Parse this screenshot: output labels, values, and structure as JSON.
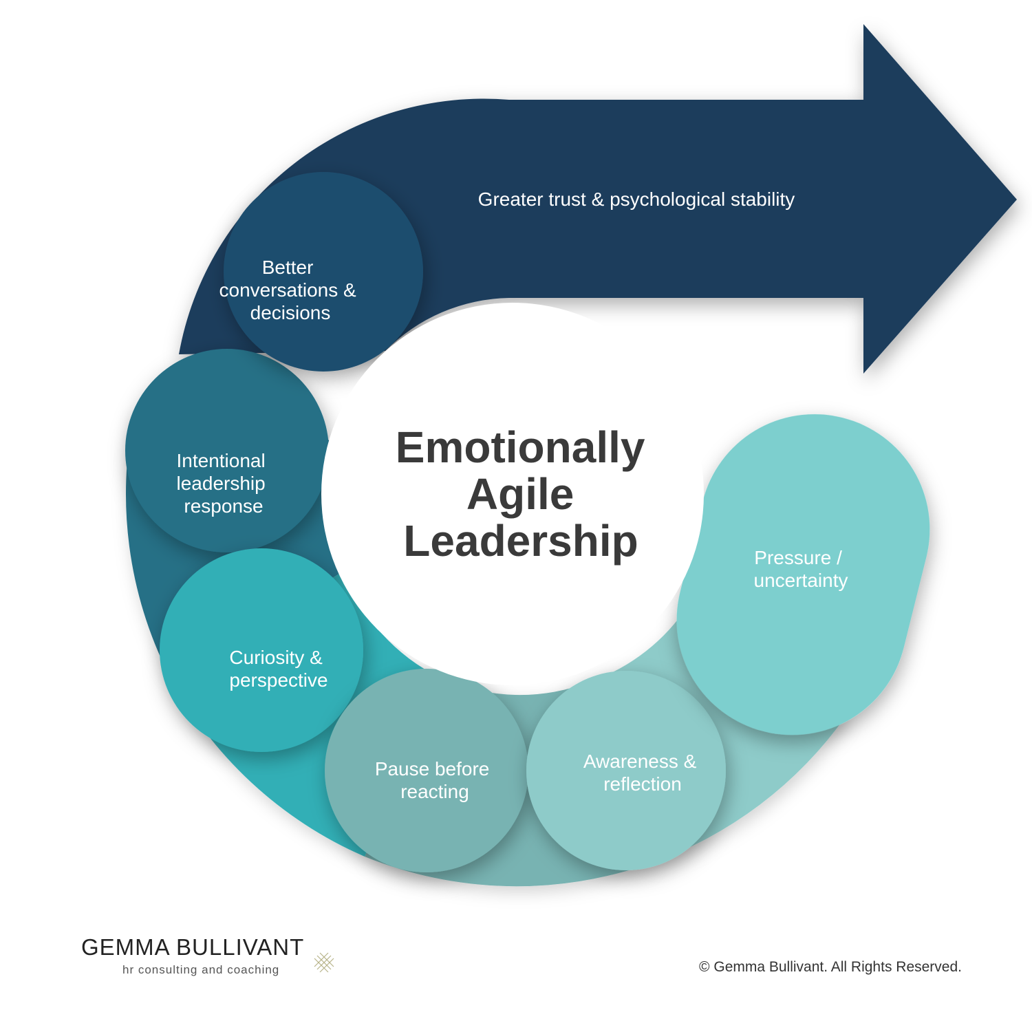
{
  "diagram": {
    "center_title": [
      "Emotionally",
      "Agile",
      "Leadership"
    ],
    "arrow_label": "Greater trust & psychological stability",
    "steps": [
      {
        "lines": [
          "Better",
          "conversations &",
          "decisions"
        ]
      },
      {
        "lines": [
          "Intentional",
          "leadership",
          "response"
        ]
      },
      {
        "lines": [
          "Curiosity &",
          "perspective"
        ]
      },
      {
        "lines": [
          "Pause before",
          "reacting"
        ]
      },
      {
        "lines": [
          "Awareness &",
          "reflection"
        ]
      },
      {
        "lines": [
          "Pressure /",
          "uncertainty"
        ]
      }
    ]
  },
  "colors": {
    "arrow": "#1c3c5c",
    "better_conversations": "#1f4d6e",
    "intentional_leadership": "#256f86",
    "curiosity": "#31afb6",
    "pause": "#78b3b2",
    "awareness": "#8ecbc9",
    "pressure": "#7dcfce",
    "title_text": "#3a3a3a"
  },
  "brand": {
    "name": "GEMMA BULLIVANT",
    "tagline": "hr consulting and coaching",
    "mark_icon": "crosshatch-icon"
  },
  "copyright": "© Gemma Bullivant. All Rights Reserved."
}
